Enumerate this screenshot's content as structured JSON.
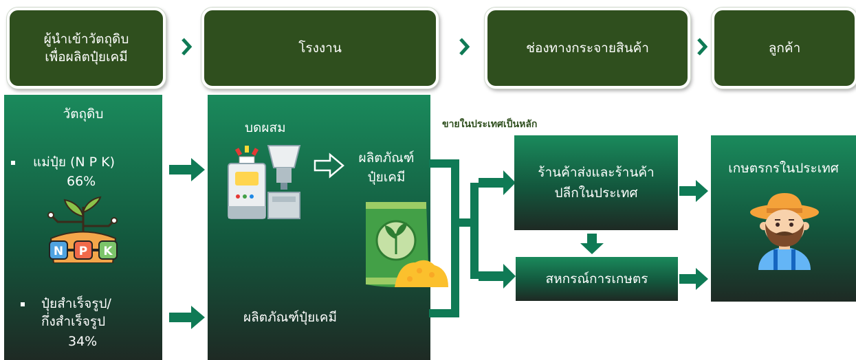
{
  "stages": [
    {
      "label": "ผู้นำเข้าวัตถุดิบ\nเพื่อผลิตปุ๋ยเคมี"
    },
    {
      "label": "โรงงาน"
    },
    {
      "label": "ช่องทางกระจายสินค้า"
    },
    {
      "label": "ลูกค้า"
    }
  ],
  "raw_materials": {
    "title": "วัตถุดิบ",
    "item1_label": "แม่ปุ๋ย (N P K)",
    "item1_percent": "66%",
    "item2_line1": "ปุ๋ยสำเร็จรูป/",
    "item2_line2": "กึ่งสำเร็จรูป",
    "item2_percent": "34%",
    "npk_letters": [
      "N",
      "P",
      "K"
    ]
  },
  "factory": {
    "mix_label": "บดผสม",
    "product_label_line1": "ผลิตภัณฑ์",
    "product_label_line2": "ปุ๋ยเคมี",
    "bottom_label": "ผลิตภัณฑ์ปุ๋ยเคมี"
  },
  "distribution": {
    "caption": "ขายในประเทศเป็นหลัก",
    "wholesale_line1": "ร้านค้าส่งและร้านค้า",
    "wholesale_line2": "ปลีกในประเทศ",
    "cooperative": "สหกรณ์การเกษตร"
  },
  "customer": {
    "label": "เกษตรกรในประเทศ"
  },
  "colors": {
    "header_bg": "#2f4f1e",
    "arrow_green": "#0f7a55",
    "panel_top": "#1a8a5c",
    "panel_bottom": "#1e2a24"
  },
  "icons": [
    "chevron-right-icon",
    "npk-plant-icon",
    "mixer-machine-icon",
    "outline-arrow-icon",
    "fertilizer-bag-icon",
    "farmer-icon"
  ]
}
